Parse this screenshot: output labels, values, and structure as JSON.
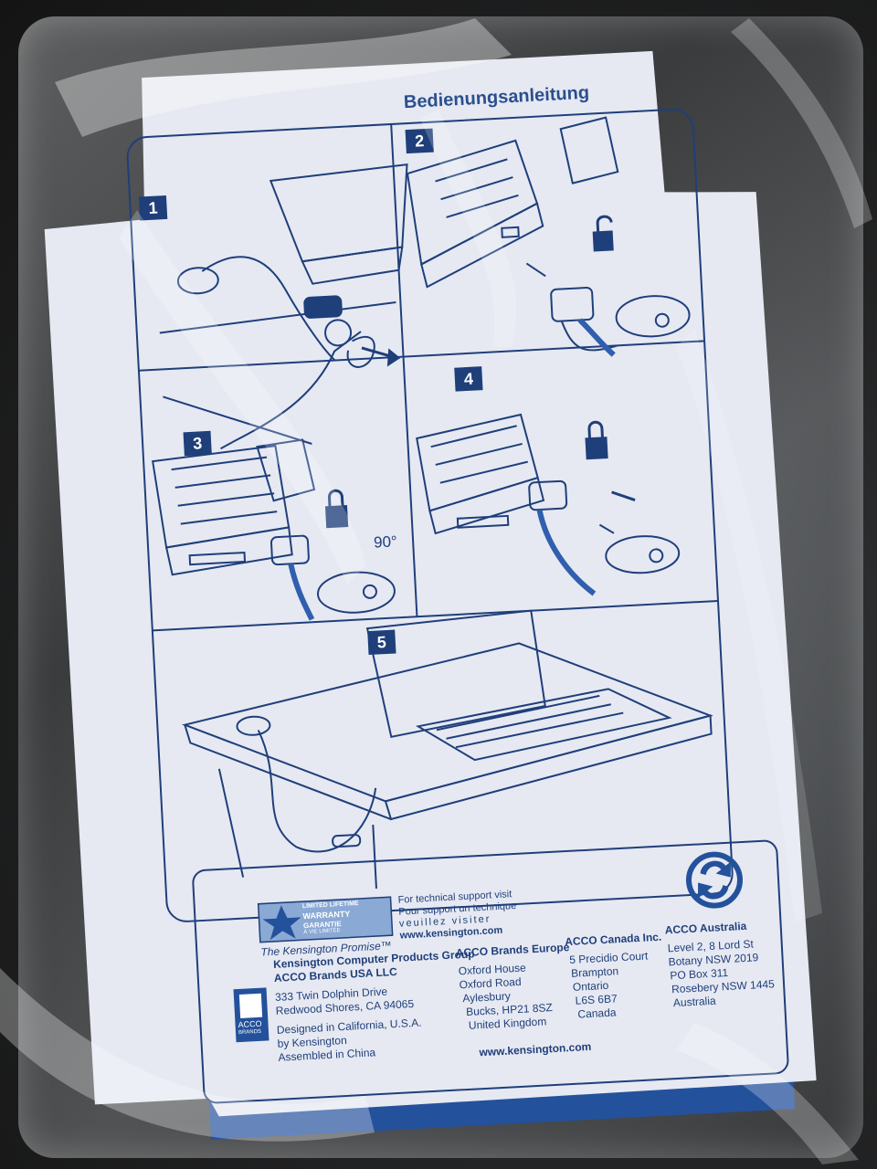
{
  "title": "Bedienungsanleitung",
  "steps": [
    "1",
    "2",
    "3",
    "4",
    "5"
  ],
  "rotation_label": "90°",
  "support": {
    "line1": "For technical support visit",
    "line2": "Pour support un technique",
    "line3": "veuillez visiter",
    "url": "www.kensington.com"
  },
  "warranty": {
    "line1": "LIMITED LIFETIME",
    "line2": "WARRANTY",
    "line3": "GARANTIE",
    "line4": "À VIE LIMITÉE",
    "promise": "The Kensington Promise™"
  },
  "acco_logo": {
    "line1": "ACCO",
    "line2": "BRANDS"
  },
  "usa": {
    "line1": "Kensington Computer Products Group",
    "line2": "ACCO Brands USA LLC",
    "line3": "333 Twin Dolphin Drive",
    "line4": "Redwood Shores, CA 94065",
    "line5": "Designed in California, U.S.A.",
    "line6": "by Kensington",
    "line7": "Assembled in China"
  },
  "europe": {
    "heading": "ACCO Brands Europe",
    "line1": "Oxford House",
    "line2": "Oxford Road",
    "line3": "Aylesbury",
    "line4": "Bucks, HP21 8SZ",
    "line5": "United Kingdom"
  },
  "canada": {
    "heading": "ACCO Canada Inc.",
    "line1": "5 Precidio Court",
    "line2": "Brampton",
    "line3": "Ontario",
    "line4": "L6S 6B7",
    "line5": "Canada"
  },
  "australia": {
    "heading": "ACCO Australia",
    "line1": "Level 2, 8 Lord St",
    "line2": "Botany NSW 2019",
    "line3": "PO Box 311",
    "line4": "Rosebery NSW 1445",
    "line5": "Australia"
  },
  "footer_url": "www.kensington.com",
  "colors": {
    "ink": "#1f3f7a",
    "paper": "#e6e9f2",
    "band": "#24519c"
  },
  "icons": [
    "recycle-icon",
    "lock-icon",
    "unlock-icon",
    "arrow-icon"
  ]
}
